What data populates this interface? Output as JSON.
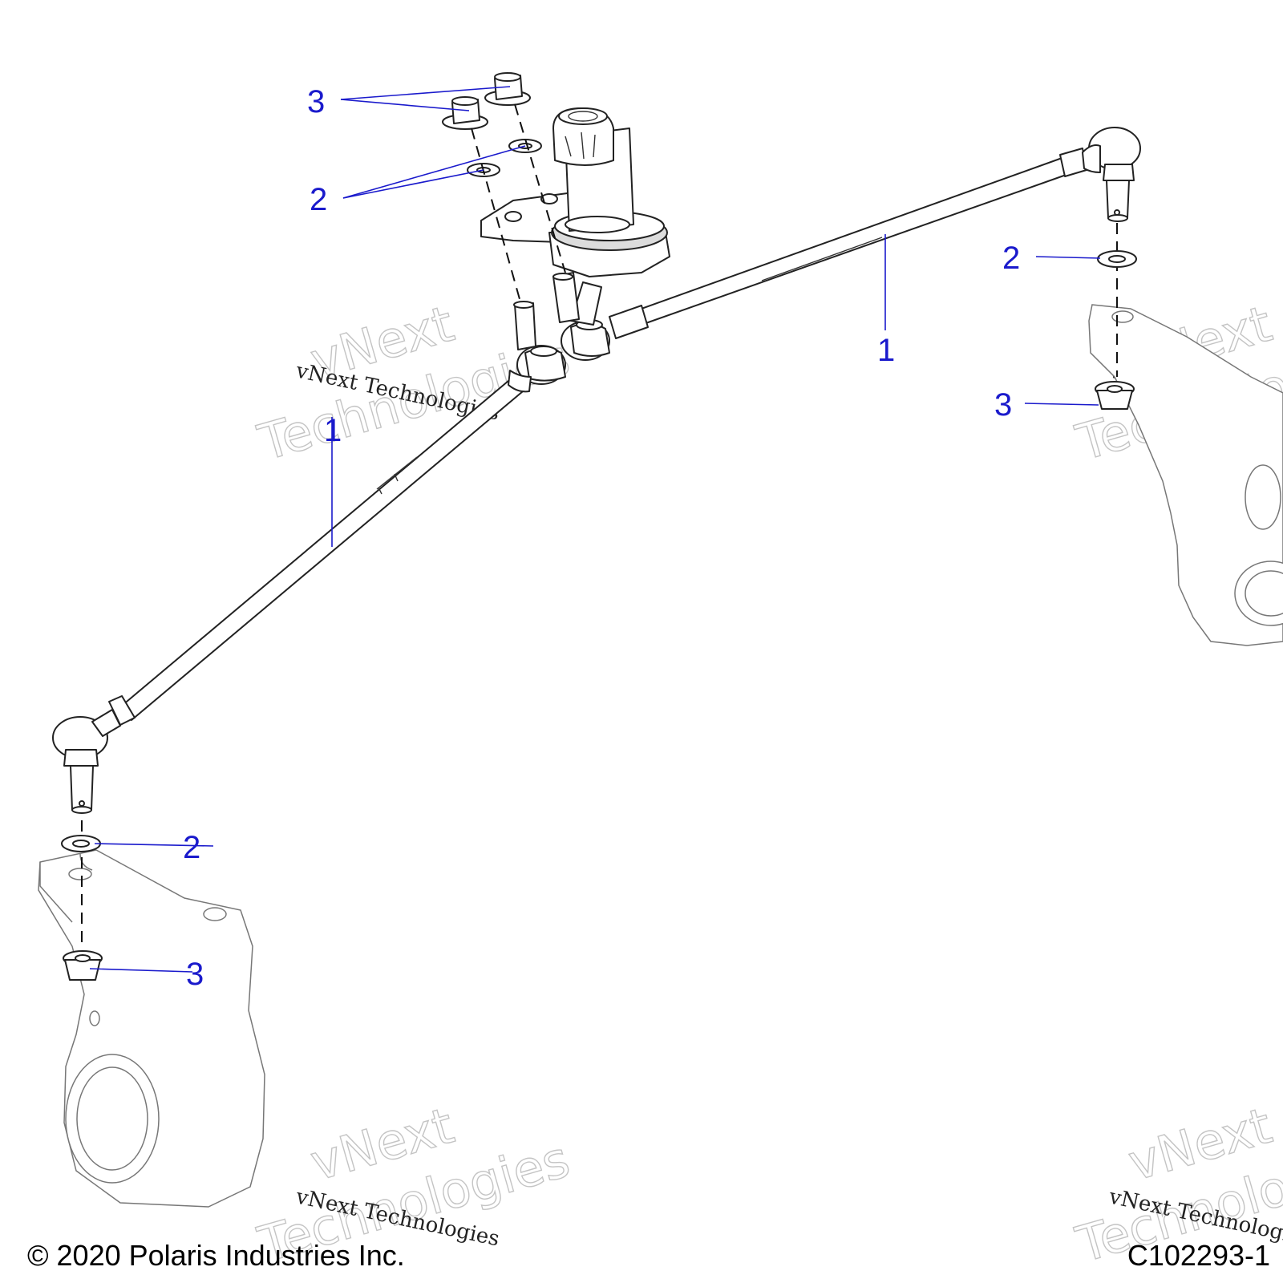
{
  "diagram": {
    "callout_color": "#1a1acc",
    "callouts": {
      "c1": "1",
      "c2": "1",
      "c3": "2",
      "c4": "2",
      "c5": "2",
      "c6": "3",
      "c7": "3",
      "c8": "3"
    },
    "watermark": {
      "big_line1": "vNext",
      "big_line2": "Technologies",
      "small": "vNext Technologies"
    },
    "footer": {
      "copyright": "© 2020 Polaris Industries Inc.",
      "figure_id": "C102293-1"
    }
  }
}
